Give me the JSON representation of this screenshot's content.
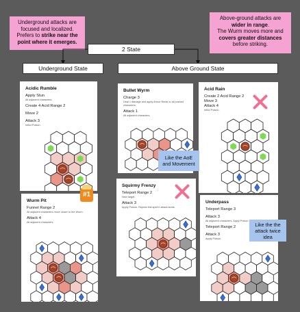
{
  "notes": {
    "underground_line1": "Underground attacks are",
    "underground_line2": "focused and localized.",
    "underground_line3_plain": "Prefers to ",
    "underground_line3_bold": "strike near the",
    "underground_line4_bold": "point where it emerges.",
    "above_line1": "Above-ground attacks are",
    "above_line2_bold": "wider in range",
    "above_line2_tail": ".",
    "above_line3": "The Wurm moves more and",
    "above_line4_bold": "covers greater distances",
    "above_line5": "before striking."
  },
  "flow": {
    "state_count": "2 State",
    "underground_state": "Underground State",
    "above_state": "Above Ground State"
  },
  "cards": {
    "acidic_rumble": {
      "title": "Acidic Rumble",
      "l1": "Apply Stun",
      "s1": "All adjacent characters.",
      "l2": "Create 4 Acid Range 2",
      "l3": "Move 2",
      "l4": "Attack 3",
      "s4": "Inflict Poison."
    },
    "worm_pit": {
      "title": "Wurm Pit",
      "l1": "Funnel Range 2",
      "s1": "All adjacent characters move closer to the Wurm.",
      "l2": "Attack 4",
      "s2": "All adjacent characters.",
      "badge": "#1"
    },
    "bullet_wyrm": {
      "title": "Bullet Wyrm",
      "l1": "Charge 3",
      "s1": "Deal 1 damage and apply Armor Break to all pushed characters.",
      "l2": "Attack 1",
      "s2": "All adjacent characters."
    },
    "acid_rain": {
      "title": "Acid Rain",
      "l1": "Create 2 Acid Range 2",
      "l2": "Move 3",
      "l3": "Attack 4",
      "s3": "Inflict Poison."
    },
    "squirmy_frenzy": {
      "title": "Squirmy Frenzy",
      "l1": "Teleport Range 2",
      "s1": "New target.",
      "l2": "Attack 3",
      "s2": "Apply Poison. Repeat this spell if attack lands."
    },
    "underpass": {
      "title": "Underpass",
      "l1": "Teleport Range 3",
      "l2": "Attack 3",
      "s2": "All adjacent characters. Apply Poison.",
      "l3": "Teleport Range 2",
      "l4": "Attack 3",
      "s4": "Apply Poison."
    }
  },
  "stickies": {
    "aoe": "Like the AoE and Movement",
    "twice": "Like the the attack twice idea"
  },
  "colors": {
    "background": "#5b5b5b",
    "note_pink": "#f5a3d2",
    "sticky_blue": "#a6c4ee",
    "hex_pink": "#f2cdc7",
    "hex_salmon": "#e9958a",
    "hex_gray": "#9a9a9a",
    "acid_green": "#7ed957",
    "wurm_brown": "#a4452a",
    "diamond_blue": "#3a6fd0",
    "reject_x": "#f06f93"
  },
  "icons": {
    "wurm": "wurm-token-icon",
    "acid": "acid-blob-icon",
    "player": "player-diamond-icon",
    "reject": "red-x-icon",
    "badge": "number-one-badge-icon"
  }
}
